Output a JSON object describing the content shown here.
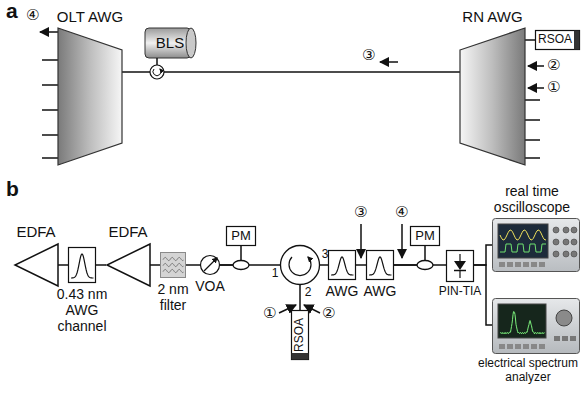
{
  "diagram": {
    "nodes": [
      {
        "text": [
          "OLT AWG"
        ]
      },
      {
        "text": [
          "BLS"
        ]
      },
      {
        "text": [
          "RN AWG"
        ]
      },
      {
        "text": [
          "RSOA"
        ]
      },
      {
        "text": [
          "EDFA"
        ]
      },
      {
        "text": [
          "0.43 nm AWG channel"
        ]
      },
      {
        "text": [
          "EDFA"
        ]
      },
      {
        "text": [
          "2 nm filter"
        ]
      },
      {
        "text": [
          "VOA"
        ]
      },
      {
        "text": [
          "PM"
        ]
      },
      {
        "text": [
          "1",
          "2",
          "3"
        ]
      },
      {
        "text": [
          "RSOA"
        ]
      },
      {
        "text": [
          "AWG"
        ]
      },
      {
        "text": [
          "AWG"
        ]
      },
      {
        "text": [
          "PM"
        ]
      },
      {
        "text": [
          "PIN-TIA"
        ]
      },
      {
        "text": [
          "real time oscilloscope"
        ]
      },
      {
        "text": [
          "electrical spectrum analyzer"
        ]
      }
    ],
    "edges": [
      {
        "from": 0,
        "to": 1,
        "arrow": "none"
      },
      {
        "from": 1,
        "to": 2,
        "arrow": "none"
      },
      {
        "from": 2,
        "to": 3,
        "arrow": "none"
      },
      {
        "from": 4,
        "to": 5,
        "arrow": "none"
      },
      {
        "from": 5,
        "to": 6,
        "arrow": "none"
      },
      {
        "from": 6,
        "to": 7,
        "arrow": "none"
      },
      {
        "from": 7,
        "to": 8,
        "arrow": "none"
      },
      {
        "from": 8,
        "to": 9,
        "arrow": "none"
      },
      {
        "from": 8,
        "to": 10,
        "arrow": "none"
      },
      {
        "from": 10,
        "to": 11,
        "arrow": "none"
      },
      {
        "from": 10,
        "to": 12,
        "arrow": "none"
      },
      {
        "from": 12,
        "to": 13,
        "arrow": "none"
      },
      {
        "from": 13,
        "to": 14,
        "arrow": "none"
      },
      {
        "from": 13,
        "to": 15,
        "arrow": "none"
      },
      {
        "from": 15,
        "to": 16,
        "arrow": "none"
      },
      {
        "from": 15,
        "to": 17,
        "arrow": "none"
      }
    ],
    "labels": [
      "a",
      "④",
      "③",
      "②",
      "①",
      "b",
      "③",
      "④",
      "①",
      "②"
    ]
  }
}
